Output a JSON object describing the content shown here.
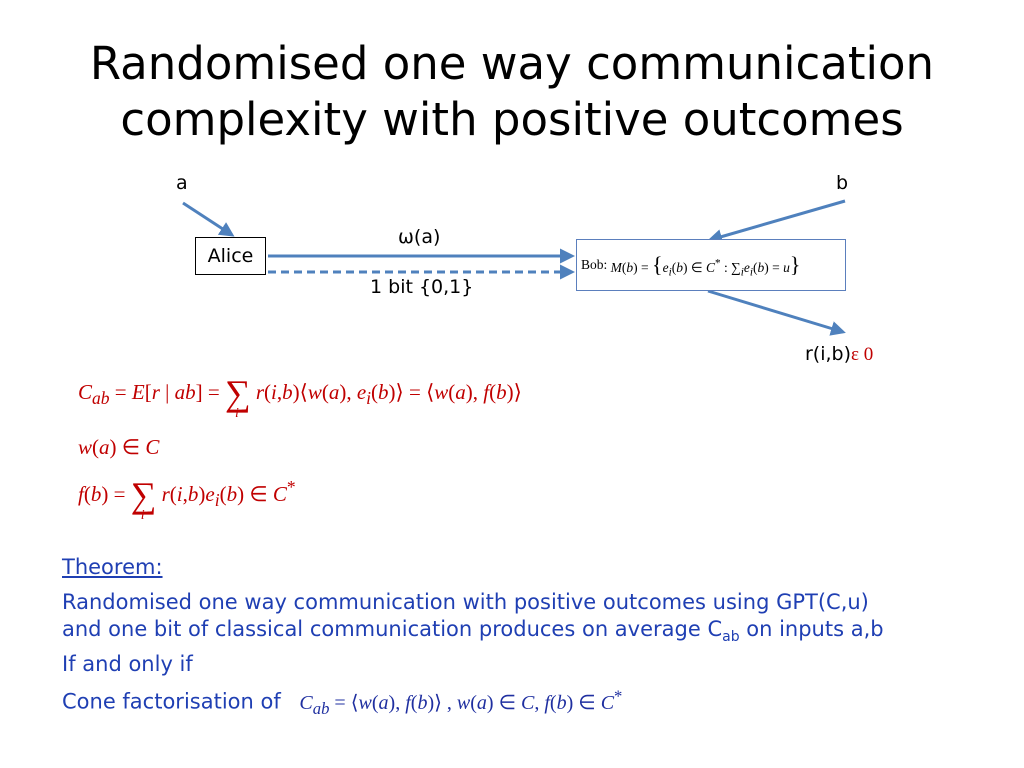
{
  "title": "Randomised one way communication complexity with positive outcomes",
  "diagram": {
    "input_a": "a",
    "input_b": "b",
    "alice_label": "Alice",
    "omega_label": "ω(a)",
    "bit_label": "1 bit {0,1}",
    "bob_label": "Bob:",
    "output_label": "r(i,b)",
    "output_eps": "ε 0"
  },
  "equations": {
    "cab": "C_ab = E[r | ab] = Σ_i r(i,b)⟨w(a), e_i(b)⟩ = ⟨w(a), f(b)⟩",
    "wa": "w(a) ∈ C",
    "fb": "f(b) = Σ_i r(i,b) e_i(b) ∈ C*"
  },
  "theorem": {
    "heading": "Theorem:",
    "line1": "Randomised one way communication with positive outcomes using GPT(C,u)",
    "line2_pre": "and one bit of classical communication produces on average C",
    "line2_sub": "ab",
    "line2_post": " on inputs a,b",
    "line3": "If and only if",
    "line4": "Cone factorisation of"
  },
  "colors": {
    "arrow": "#4f81bd",
    "math_red": "#c00000",
    "theorem_blue": "#1f3fb3"
  }
}
